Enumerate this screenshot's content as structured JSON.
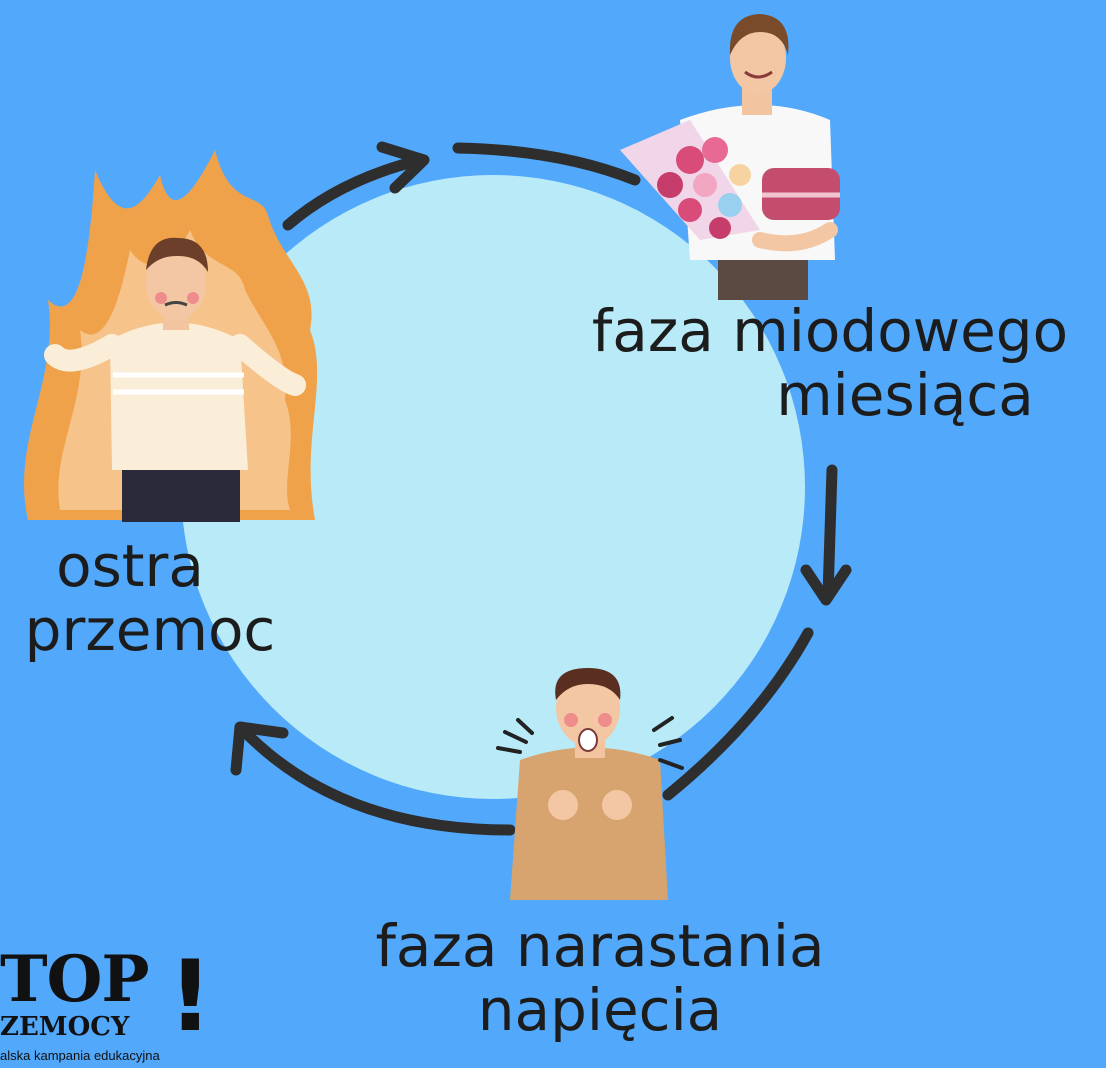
{
  "phases": {
    "honeymoon": {
      "line1": "faza miodowego",
      "line2": "miesiąca"
    },
    "violence": {
      "line1": "ostra",
      "line2": "przemoc"
    },
    "tension": {
      "line1": "faza narastania",
      "line2": "napięcia"
    }
  },
  "logo": {
    "top": "TOP",
    "bang": "!",
    "sub": "ZEMOCY",
    "tagline": "alska kampania edukacyjna"
  },
  "colors": {
    "background": "#52a8fb",
    "circle": "#b9eaf7",
    "arrows": "#2e2e2e",
    "fire": "#f0a24a",
    "text": "#1c1c1c"
  }
}
